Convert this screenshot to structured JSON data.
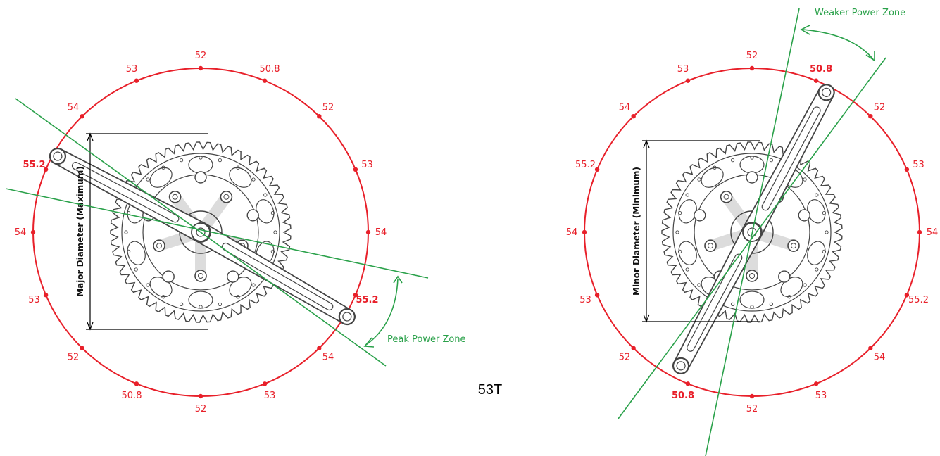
{
  "colors": {
    "ring": "#e8202a",
    "zone": "#2aa14a",
    "metal": "#444444",
    "text": "#111111"
  },
  "center_label": "53T",
  "left": {
    "diameter_label": "Major Diameter (Maximum)",
    "zone_label": "Peak Power Zone",
    "labels": [
      {
        "text": "52",
        "bold": false
      },
      {
        "text": "50.8",
        "bold": false
      },
      {
        "text": "52",
        "bold": false
      },
      {
        "text": "53",
        "bold": false
      },
      {
        "text": "54",
        "bold": false
      },
      {
        "text": "55.2",
        "bold": true
      },
      {
        "text": "54",
        "bold": false
      },
      {
        "text": "53",
        "bold": false
      },
      {
        "text": "52",
        "bold": false
      },
      {
        "text": "50.8",
        "bold": false
      },
      {
        "text": "52",
        "bold": false
      },
      {
        "text": "53",
        "bold": false
      },
      {
        "text": "54",
        "bold": false
      },
      {
        "text": "55.2",
        "bold": true
      },
      {
        "text": "54",
        "bold": false
      },
      {
        "text": "53",
        "bold": false
      }
    ]
  },
  "right": {
    "diameter_label": "Minor Diameter (Minimum)",
    "zone_label": "Weaker Power Zone",
    "labels": [
      {
        "text": "52",
        "bold": false
      },
      {
        "text": "50.8",
        "bold": true
      },
      {
        "text": "52",
        "bold": false
      },
      {
        "text": "53",
        "bold": false
      },
      {
        "text": "54",
        "bold": false
      },
      {
        "text": "55.2",
        "bold": false
      },
      {
        "text": "54",
        "bold": false
      },
      {
        "text": "53",
        "bold": false
      },
      {
        "text": "52",
        "bold": false
      },
      {
        "text": "50.8",
        "bold": true
      },
      {
        "text": "52",
        "bold": false
      },
      {
        "text": "53",
        "bold": false
      },
      {
        "text": "54",
        "bold": false
      },
      {
        "text": "55.2",
        "bold": false
      },
      {
        "text": "54",
        "bold": false
      },
      {
        "text": "53",
        "bold": false
      }
    ]
  }
}
